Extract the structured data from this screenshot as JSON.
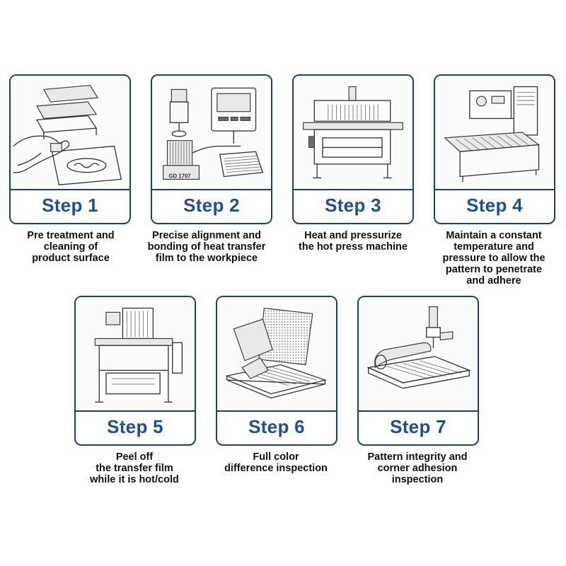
{
  "steps": [
    {
      "label": "Step 1",
      "desc": [
        "Pre treatment and",
        "cleaning of",
        "product surface"
      ],
      "art_text": ""
    },
    {
      "label": "Step 2",
      "desc": [
        "Precise alignment and",
        "bonding of heat transfer",
        "film to the workpiece"
      ],
      "art_text": "GD 1707"
    },
    {
      "label": "Step 3",
      "desc": [
        "Heat and pressurize",
        "the hot press machine"
      ],
      "art_text": ""
    },
    {
      "label": "Step 4",
      "desc": [
        "Maintain a constant",
        "temperature and",
        "pressure to allow the",
        "pattern to penetrate",
        "and adhere"
      ],
      "art_text": ""
    },
    {
      "label": "Step 5",
      "desc": [
        "Peel off",
        "the transfer film",
        "while it is hot/cold"
      ],
      "art_text": ""
    },
    {
      "label": "Step 6",
      "desc": [
        "Full color",
        "difference inspection"
      ],
      "art_text": ""
    },
    {
      "label": "Step 7",
      "desc": [
        "Pattern integrity and",
        "corner adhesion",
        "inspection"
      ],
      "art_text": ""
    }
  ],
  "colors": {
    "border": "#1c3f7c",
    "step_text": "#1f4f9a",
    "desc_text": "#111111"
  },
  "icons": [
    "cleaning-illustration",
    "alignment-illustration",
    "hot-press-illustration",
    "conveyor-press-illustration",
    "peel-machine-illustration",
    "color-inspection-illustration",
    "adhesion-inspection-illustration"
  ]
}
